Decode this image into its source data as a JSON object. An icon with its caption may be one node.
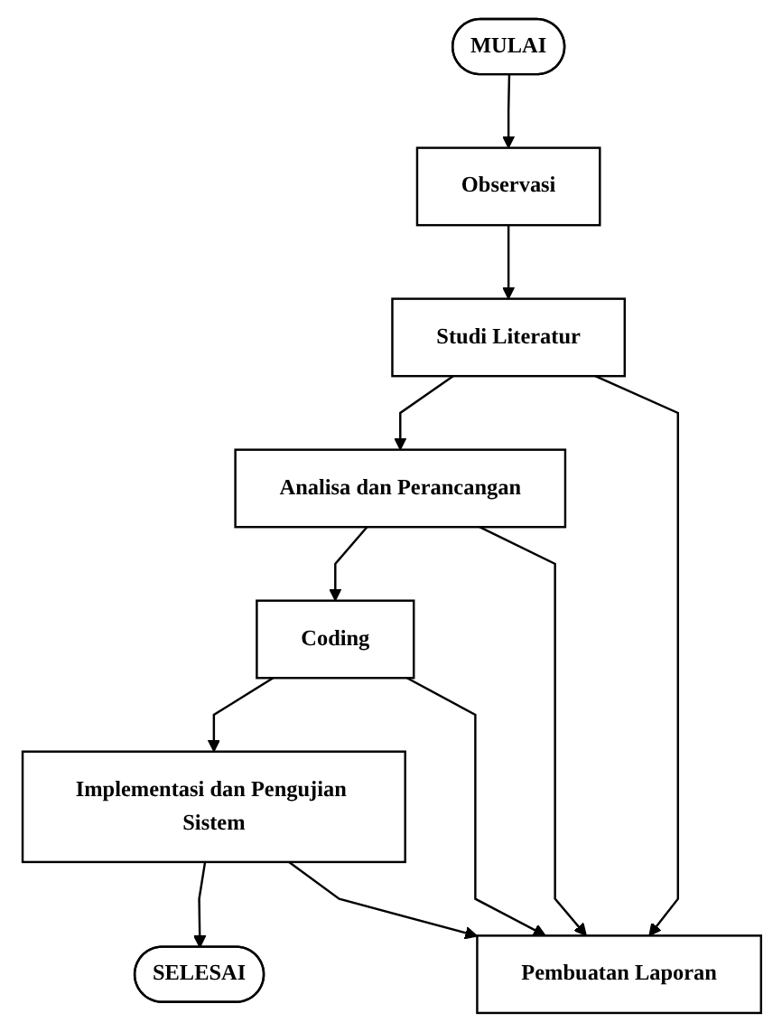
{
  "diagram": {
    "nodes": [
      {
        "text": [
          "MULAI"
        ]
      },
      {
        "text": [
          "Observasi"
        ]
      },
      {
        "text": [
          "Pembuatan Laporan"
        ]
      },
      {
        "text": [
          "Studi Literatur"
        ]
      },
      {
        "text": [
          "Analisa dan Perancangan"
        ]
      },
      {
        "text": [
          "Coding"
        ]
      },
      {
        "text": [
          "Implementasi dan Pengujian Sistem"
        ]
      },
      {
        "text": [
          "SELESAI"
        ]
      }
    ],
    "edges": [
      {
        "from": 0,
        "to": 1,
        "arrow": "to"
      },
      {
        "from": 1,
        "to": 3,
        "arrow": "to"
      },
      {
        "from": 3,
        "to": 4,
        "arrow": "to"
      },
      {
        "from": 4,
        "to": 5,
        "arrow": "to"
      },
      {
        "from": 5,
        "to": 6,
        "arrow": "to"
      },
      {
        "from": 6,
        "to": 7,
        "arrow": "to"
      },
      {
        "from": 3,
        "to": 2,
        "arrow": "to"
      },
      {
        "from": 4,
        "to": 2,
        "arrow": "to"
      },
      {
        "from": 5,
        "to": 2,
        "arrow": "to"
      },
      {
        "from": 6,
        "to": 2,
        "arrow": "to"
      }
    ]
  }
}
